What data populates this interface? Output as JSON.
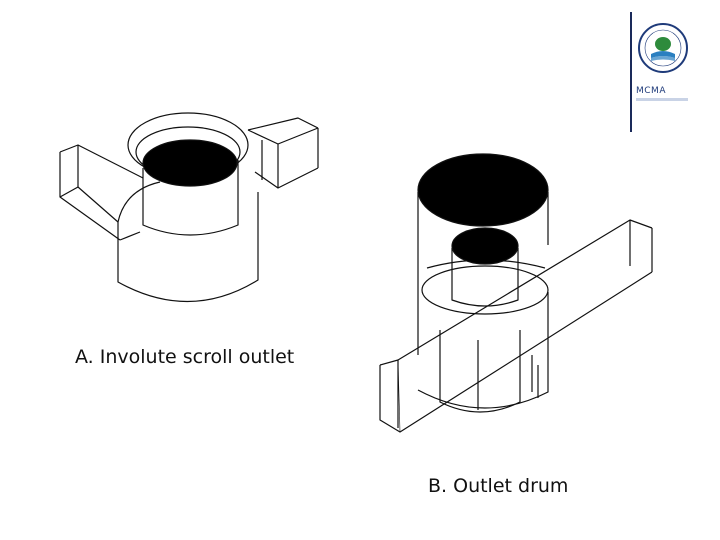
{
  "captions": {
    "a": "A. Involute scroll outlet",
    "b": "B. Outlet drum"
  },
  "logo": {
    "icon": "epa-seal-icon",
    "wordmark": "MCMA",
    "seal_colors": {
      "ring": "#1f3b7a",
      "flower": "#2e8b3c",
      "water": "#2a7fc0"
    }
  }
}
